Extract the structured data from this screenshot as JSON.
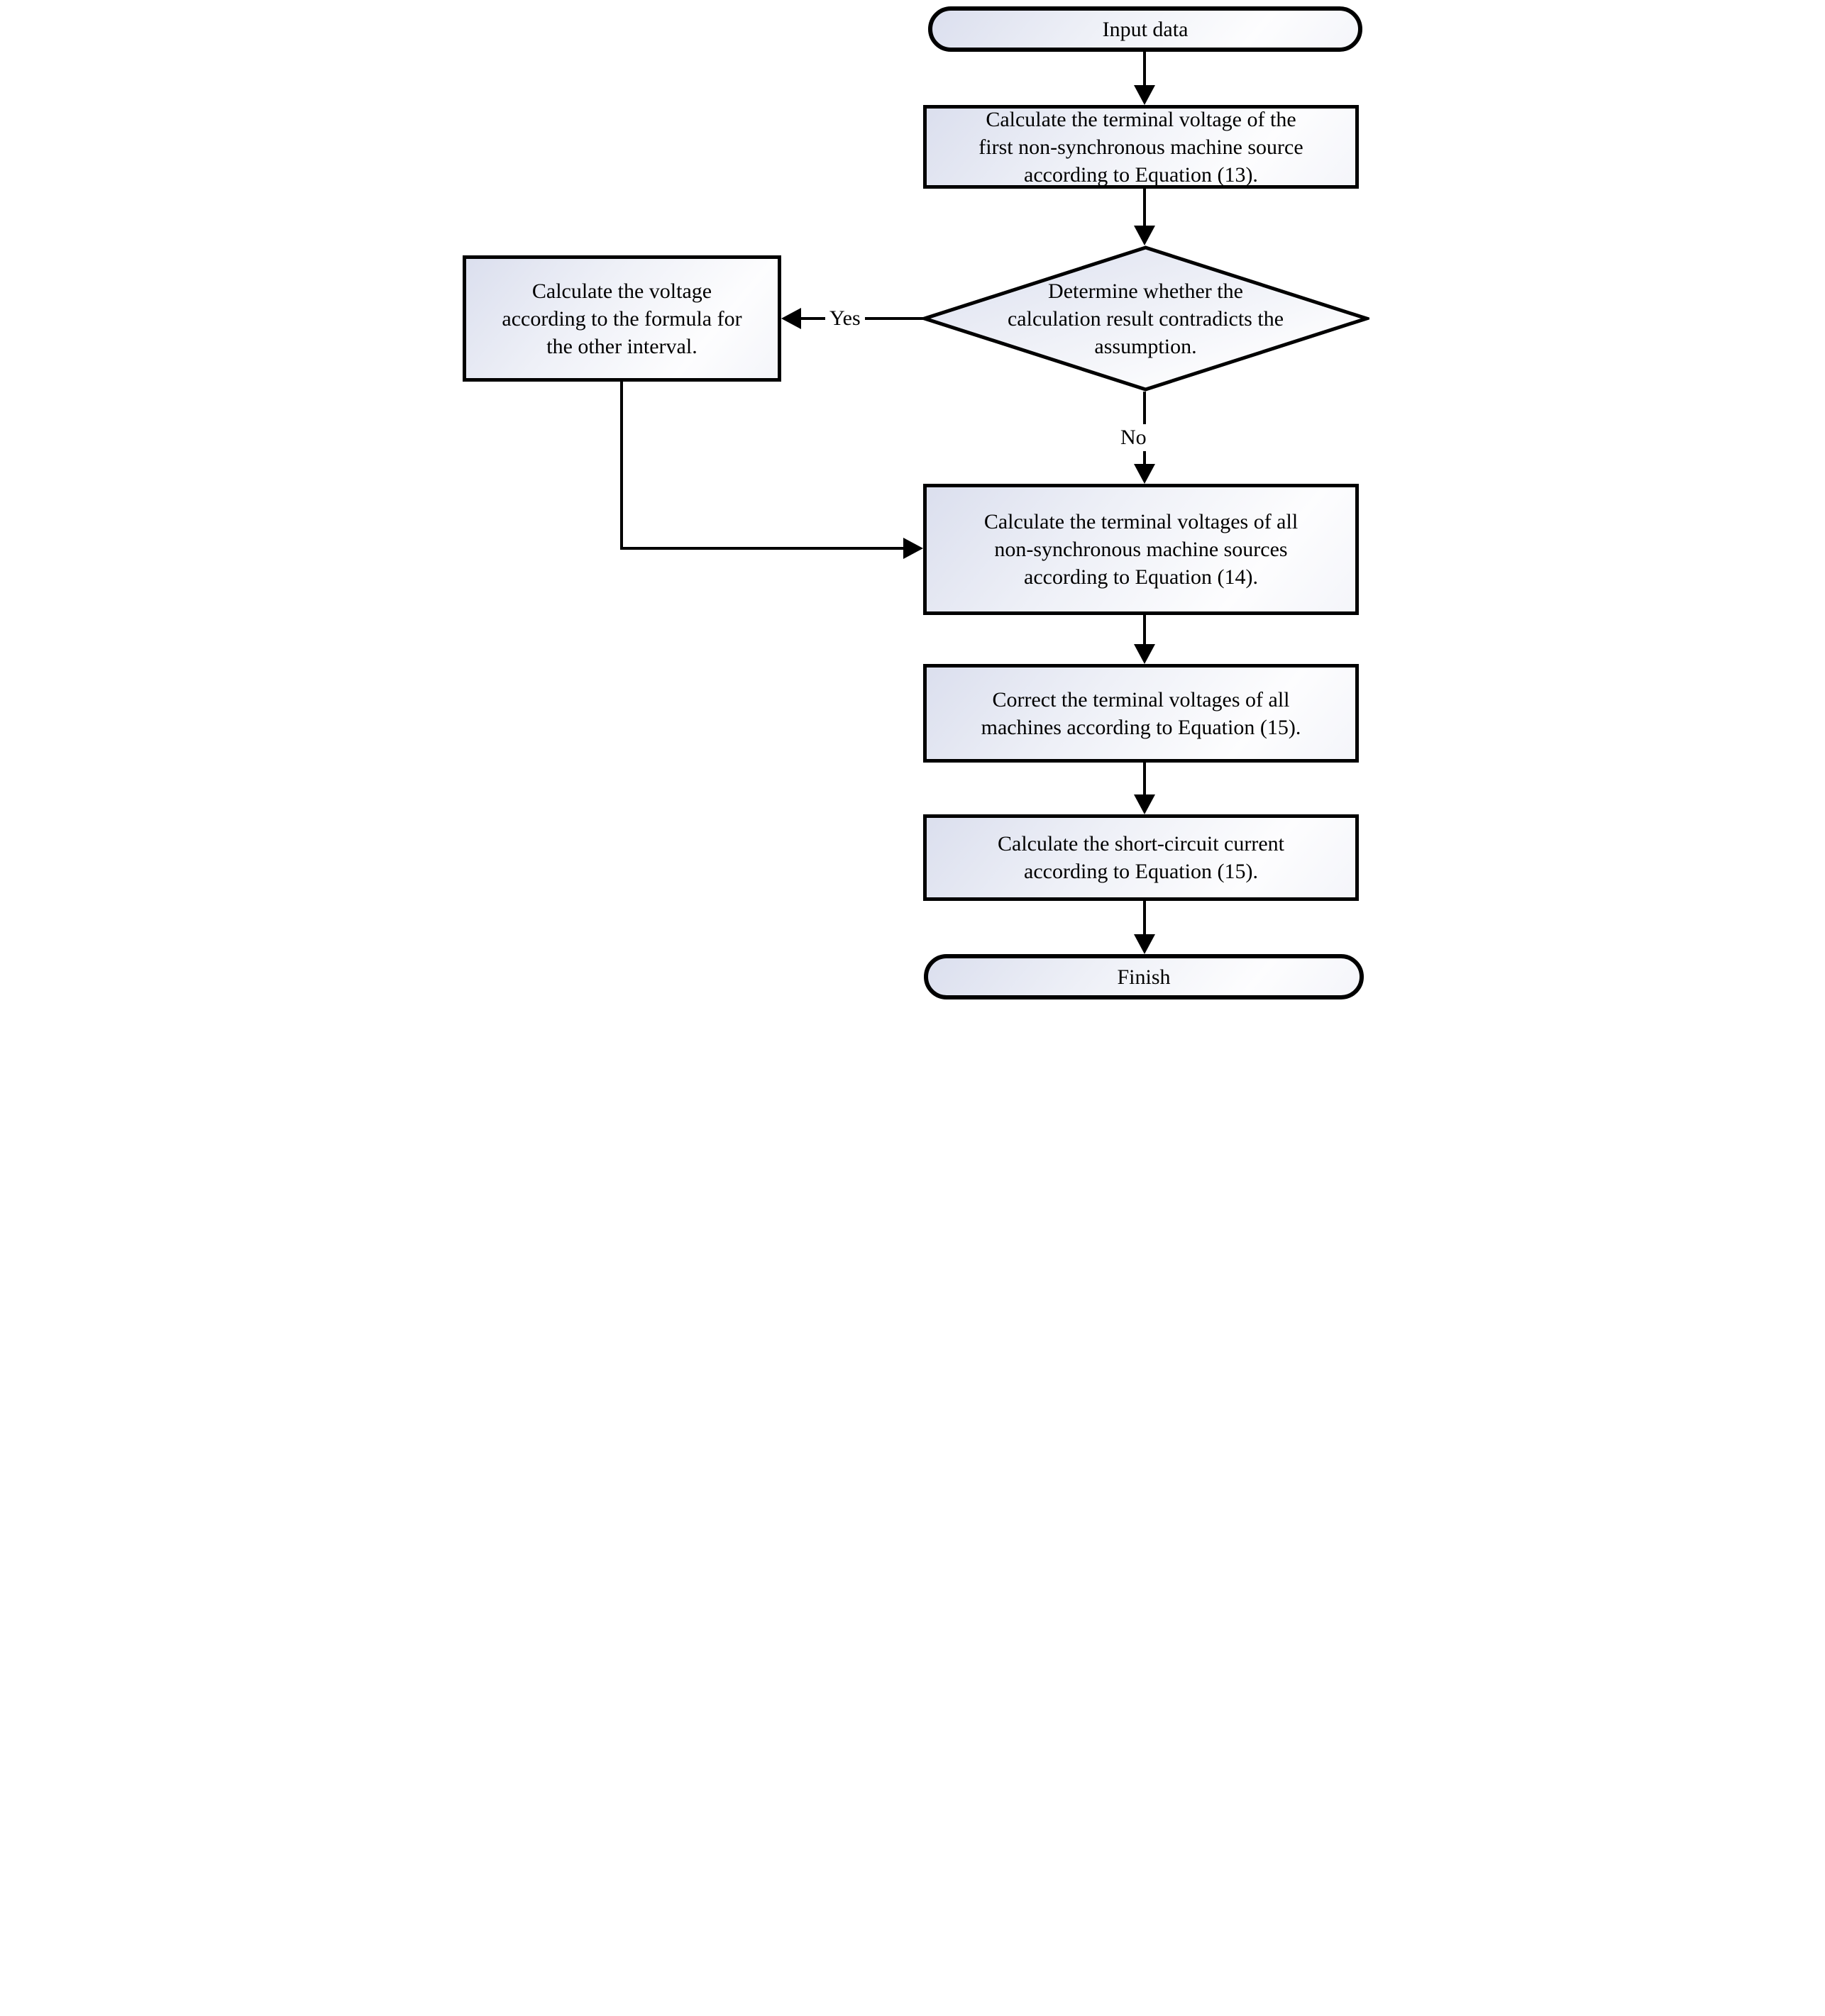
{
  "nodes": {
    "start": {
      "label": "Input data",
      "type": "terminator"
    },
    "calc_first": {
      "label": "Calculate the terminal voltage of the\nfirst non-synchronous machine source\naccording to Equation (13).",
      "type": "process"
    },
    "decision": {
      "label": "Determine whether the\ncalculation result contradicts the\nassumption.",
      "type": "decision"
    },
    "other_interval": {
      "label": "Calculate the voltage\naccording to the formula for\nthe other interval.",
      "type": "process"
    },
    "calc_all": {
      "label": "Calculate the terminal voltages of all\nnon-synchronous machine sources\naccording to Equation (14).",
      "type": "process"
    },
    "correct": {
      "label": "Correct the terminal voltages of all\nmachines according to Equation (15).",
      "type": "process"
    },
    "short_circuit": {
      "label": "Calculate the short-circuit current\naccording to Equation (15).",
      "type": "process"
    },
    "finish": {
      "label": "Finish",
      "type": "terminator"
    }
  },
  "edge_labels": {
    "yes": "Yes",
    "no": "No"
  },
  "colors": {
    "stroke": "#000000",
    "text": "#000000",
    "fill_gradient_start": "#dbdfee",
    "fill_gradient_end": "#fdfdfe",
    "background": "#ffffff"
  }
}
